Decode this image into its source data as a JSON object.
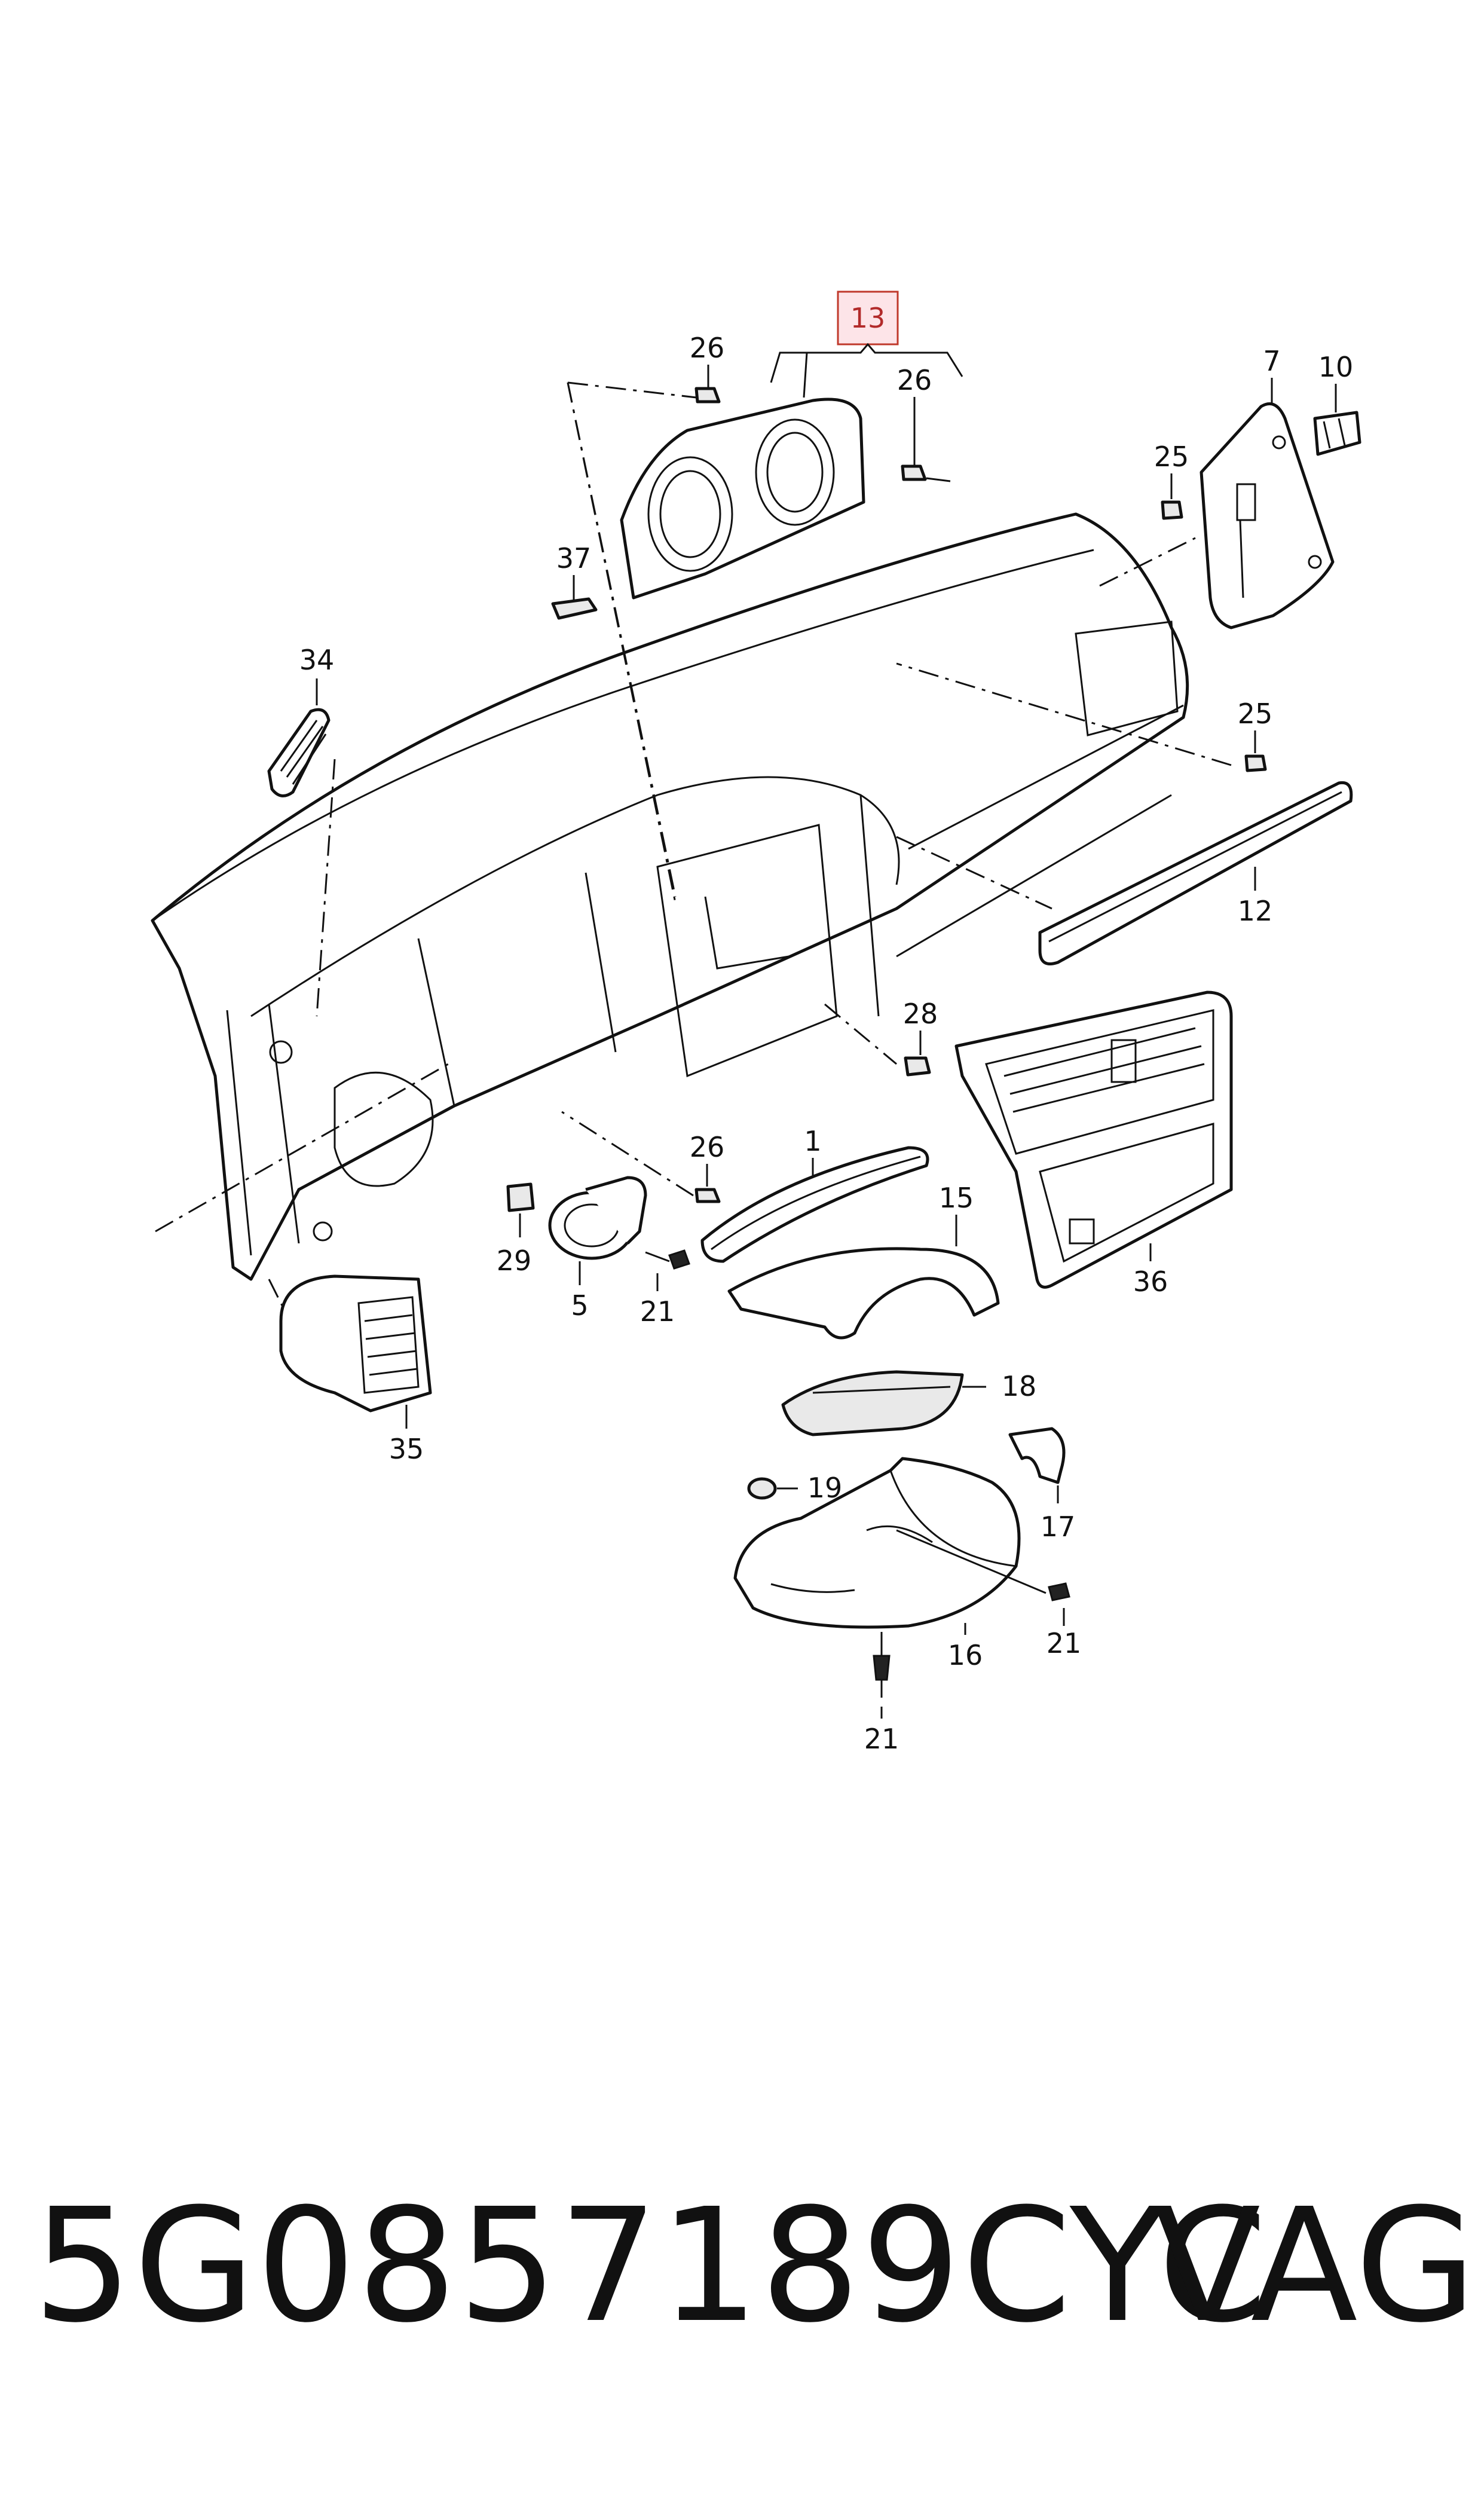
{
  "diagram": {
    "highlighted_callout": "13",
    "callouts": {
      "c13": "13",
      "c26a": "26",
      "c26b": "26",
      "c26c": "26",
      "c7": "7",
      "c10": "10",
      "c25a": "25",
      "c25b": "25",
      "c37": "37",
      "c34": "34",
      "c12": "12",
      "c28": "28",
      "c1": "1",
      "c15": "15",
      "c29": "29",
      "c5": "5",
      "c21a": "21",
      "c21b": "21",
      "c21c": "21",
      "c36": "36",
      "c35": "35",
      "c18": "18",
      "c19": "19",
      "c17": "17",
      "c16": "16"
    },
    "colors": {
      "line": "#111111",
      "highlight_fill": "#fde4e8",
      "highlight_border": "#c0392b"
    }
  },
  "footer": {
    "part_number": "5G0857189CYC",
    "brand": "VAG"
  }
}
